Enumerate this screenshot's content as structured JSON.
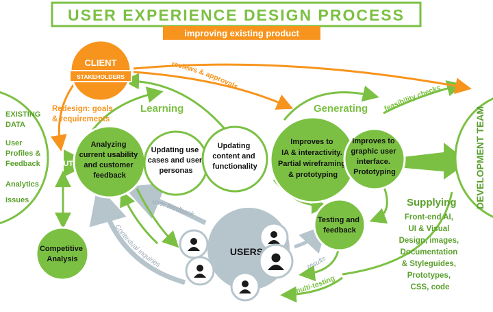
{
  "title": "USER EXPERIENCE DESIGN PROCESS",
  "subtitle": "improving existing product",
  "colors": {
    "green": "#7bc043",
    "dark_green": "#5aa02c",
    "orange": "#f7941d",
    "gray": "#b6c4cc",
    "user_dark": "#1a1a1a"
  },
  "client": {
    "title": "CLIENT",
    "sub": "STAKEHOLDERS"
  },
  "left_panel": {
    "existing_data": [
      "EXISTING",
      "DATA"
    ],
    "user_profiles": [
      "User",
      "Profiles &",
      "Feedback"
    ],
    "analytics": "Analytics",
    "issues": "Issues"
  },
  "redesign": [
    "Redesign: goals",
    "& requirements"
  ],
  "input": "INPUT",
  "competitive": [
    "Competitive",
    "Analysis"
  ],
  "phases": {
    "learning": "Learning",
    "generating": "Generating",
    "supplying": "Supplying"
  },
  "labels": {
    "reviews": "reviews & approvals",
    "feasibility": "feasibility checks",
    "user_feedback": "user feedback",
    "contextual": "Contextual inquiries",
    "results": "results",
    "multi_testing": "multi-testing"
  },
  "nodes": {
    "analyzing": [
      "Analyzing",
      "current usability",
      "and customer",
      "feedback"
    ],
    "use_cases": [
      "Updating use",
      "cases and user",
      "personas"
    ],
    "content": [
      "Updating",
      "content and",
      "functionality"
    ],
    "ia": [
      "Improves to",
      "IA & interactivity.",
      "Partial wireframing",
      "& prototyping"
    ],
    "gui": [
      "Improves to",
      "graphic user",
      "interface.",
      "Prototyping"
    ],
    "testing": [
      "Testing and",
      "feedback"
    ]
  },
  "users": "USERS",
  "supplying_items": [
    "Front-end AI,",
    "UI & Visual",
    "Design, images,",
    "Documentation",
    "& Styleguides,",
    "Prototypes,",
    "CSS, code"
  ],
  "dev_team": "DEVELOPMENT TEAM"
}
